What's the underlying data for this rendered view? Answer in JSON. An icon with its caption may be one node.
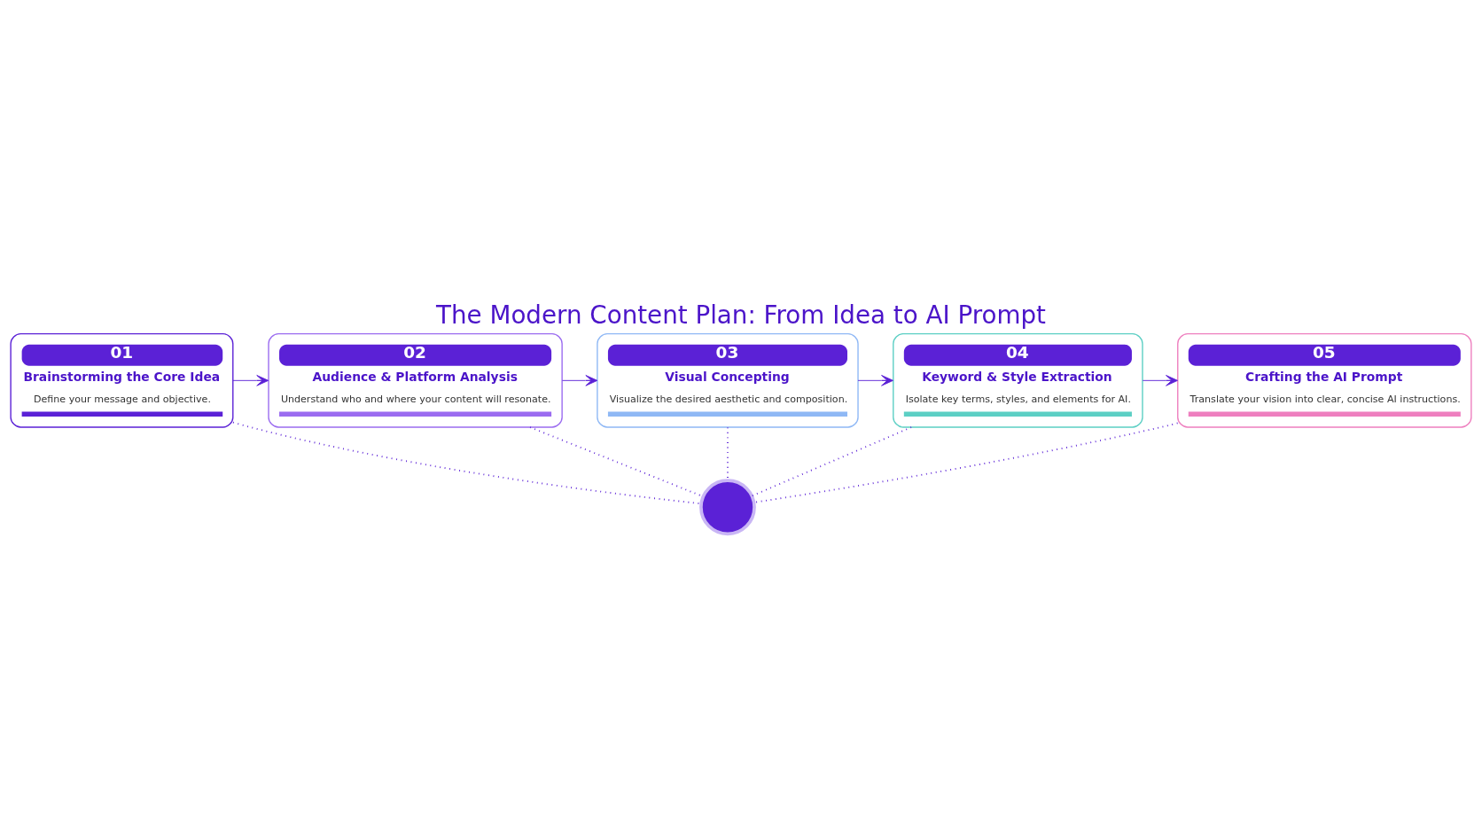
{
  "diagram": {
    "title": "The Modern Content Plan: From Idea to AI Prompt",
    "nodes": [
      {
        "text": [
          "01",
          "Brainstorming the Core Idea",
          "Define your message and objective."
        ]
      },
      {
        "text": [
          "02",
          "Audience & Platform Analysis",
          "Understand who and where your content will resonate."
        ]
      },
      {
        "text": [
          "03",
          "Visual Concepting",
          "Visualize the desired aesthetic and composition."
        ]
      },
      {
        "text": [
          "04",
          "Keyword & Style Extraction",
          "Isolate key terms, styles, and elements for AI."
        ]
      },
      {
        "text": [
          "05",
          "Crafting the AI Prompt",
          "Translate your vision into clear, concise AI instructions."
        ]
      },
      {
        "text": [],
        "shape": "circle"
      }
    ],
    "edges": [
      {
        "from": 0,
        "to": 1,
        "arrow": "to"
      },
      {
        "from": 1,
        "to": 2,
        "arrow": "to"
      },
      {
        "from": 2,
        "to": 3,
        "arrow": "to"
      },
      {
        "from": 3,
        "to": 4,
        "arrow": "to"
      },
      {
        "from": 0,
        "to": 5,
        "arrow": "none",
        "style": "dashed"
      },
      {
        "from": 1,
        "to": 5,
        "arrow": "none",
        "style": "dashed"
      },
      {
        "from": 2,
        "to": 5,
        "arrow": "none",
        "style": "dashed"
      },
      {
        "from": 3,
        "to": 5,
        "arrow": "none",
        "style": "dashed"
      },
      {
        "from": 4,
        "to": 5,
        "arrow": "none",
        "style": "dashed"
      }
    ]
  }
}
